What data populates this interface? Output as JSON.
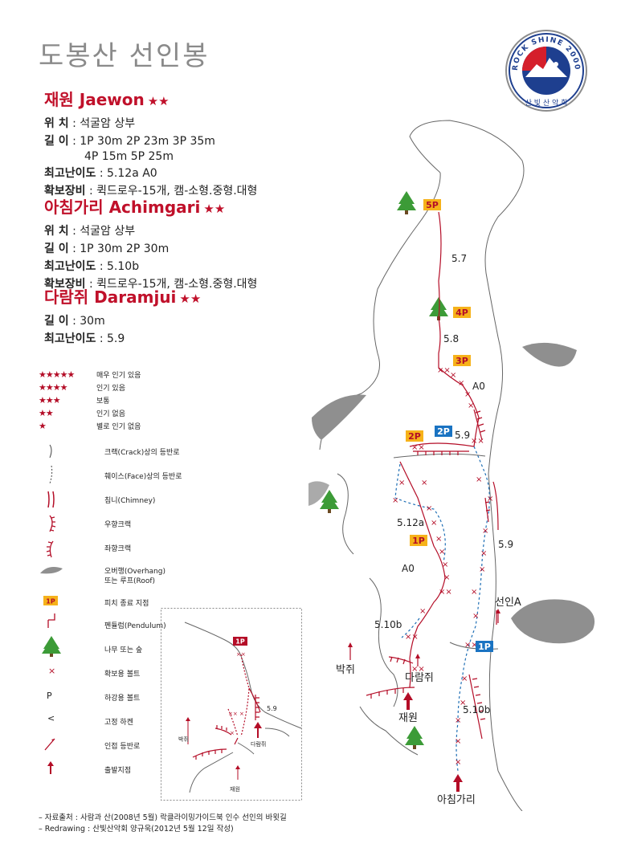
{
  "title": "도봉산 선인봉",
  "logo": {
    "text_arc": "ROCK SHINE 2000",
    "text_bottom": "산 빛 산 악 회",
    "colors": {
      "red": "#d51f2b",
      "blue": "#1e3f8f",
      "gray": "#8c8c8c"
    }
  },
  "routes": [
    {
      "name": "재원 Jaewon",
      "stars": "★★",
      "rows": [
        {
          "label": "위 치",
          "value": " : 석굴암 상부"
        },
        {
          "label": "길 이",
          "value": " : 1P 30m  2P 23m  3P 35m"
        },
        {
          "label": "",
          "value": "4P 15m  5P 25m"
        },
        {
          "label": "최고난이도",
          "value": " : 5.12a  A0"
        },
        {
          "label": "확보장비",
          "value": " : 퀵드로우-15개, 캠-소형.중형.대형"
        }
      ]
    },
    {
      "name": "아침가리 Achimgari",
      "stars": "★★",
      "rows": [
        {
          "label": "위 치",
          "value": " : 석굴암 상부"
        },
        {
          "label": "길 이",
          "value": " : 1P 30m  2P 30m"
        },
        {
          "label": "최고난이도",
          "value": " : 5.10b"
        },
        {
          "label": "확보장비",
          "value": " : 퀵드로우-15개, 캠-소형.중형.대형"
        }
      ]
    },
    {
      "name": "다람쥐 Daramjui",
      "stars": "★★",
      "rows": [
        {
          "label": "길 이",
          "value": " : 30m"
        },
        {
          "label": "최고난이도",
          "value": " : 5.9"
        }
      ]
    }
  ],
  "legend": {
    "stars": [
      {
        "stars": "★★★★★",
        "text": "매우 인기 있음"
      },
      {
        "stars": "★★★★",
        "text": "인기 있음"
      },
      {
        "stars": "★★★",
        "text": "보통"
      },
      {
        "stars": "★★",
        "text": "인기 없음"
      },
      {
        "stars": "★",
        "text": "별로 인기 없음"
      }
    ],
    "symbols": [
      {
        "icon": "crack-line-icon",
        "text": "크랙(Crack)상의 등반로"
      },
      {
        "icon": "face-line-icon",
        "text": "훼이스(Face)상의 등반로"
      },
      {
        "icon": "chimney-icon",
        "text": "침니(Chimney)"
      },
      {
        "icon": "right-crack-icon",
        "text": "우향크랙"
      },
      {
        "icon": "left-crack-icon",
        "text": "좌향크랙"
      },
      {
        "icon": "overhang-icon",
        "text": "오버행(Overhang)"
      },
      {
        "icon": "overhang-icon-line2",
        "text": "또는 루프(Roof)"
      },
      {
        "icon": "pitch-end-icon",
        "text": "피치 종료 지점",
        "badge": "1P"
      },
      {
        "icon": "pendulum-icon",
        "text": "펜듈럼(Pendulum)"
      },
      {
        "icon": "tree-icon",
        "text": "나무 또는 숲"
      },
      {
        "icon": "bolt-icon",
        "text": "확보용 볼트"
      },
      {
        "icon": "rappel-bolt-icon",
        "text": "하강용 볼트",
        "glyph": "P"
      },
      {
        "icon": "fixed-piton-icon",
        "text": "고정 하켄",
        "glyph": "<"
      },
      {
        "icon": "adjacent-route-icon",
        "text": "인접 등반로"
      },
      {
        "icon": "start-point-icon",
        "text": "출발지점"
      }
    ]
  },
  "topo": {
    "pitches": [
      "5P",
      "4P",
      "3P",
      "2P",
      "2P",
      "1P",
      "1P"
    ],
    "grades": [
      "5.7",
      "5.8",
      "A0",
      "5.9",
      "5.12a",
      "A0",
      "5.9",
      "5.10b",
      "5.10b"
    ],
    "labels": {
      "jaewon": "재원",
      "achimgari": "아침가리",
      "daramjui": "다람쥐",
      "bakjui": "박쥐",
      "seoninA": "선인A"
    },
    "inset": {
      "pitch": "1P",
      "grade": "5.9",
      "jaewon": "재원",
      "daramjui": "다람쥐",
      "bakjui": "박쥐"
    },
    "colors": {
      "red": "#b40d27",
      "blue": "#1f6fb5",
      "badge_yellow": "#f6b21a",
      "badge_blue": "#1a73c2",
      "tree": "#3c9b37"
    }
  },
  "footer": [
    "– 자료출처 : 사람과 산(2008년 5월) 락클라이밍가이드북 인수 선인의 바윗길",
    "– Redrawing : 산빛산악회 양규욱(2012년 5월 12일 작성)"
  ]
}
